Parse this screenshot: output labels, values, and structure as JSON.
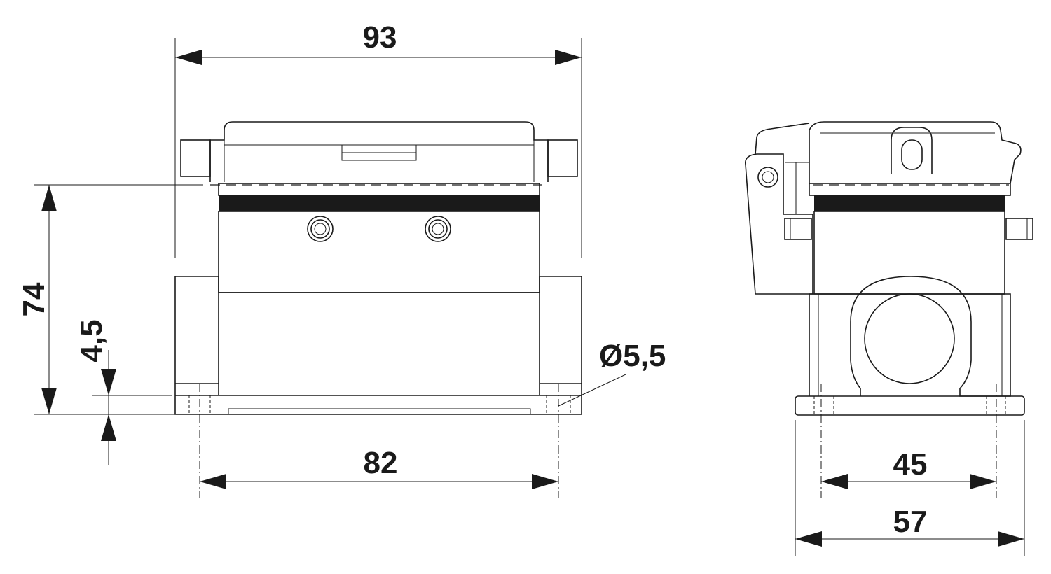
{
  "dimensions": {
    "width_overall": "93",
    "height_overall": "74",
    "flange_thickness": "4,5",
    "hole_diameter": "Ø5,5",
    "hole_spacing_front": "82",
    "hole_spacing_side": "45",
    "base_width_side": "57"
  }
}
